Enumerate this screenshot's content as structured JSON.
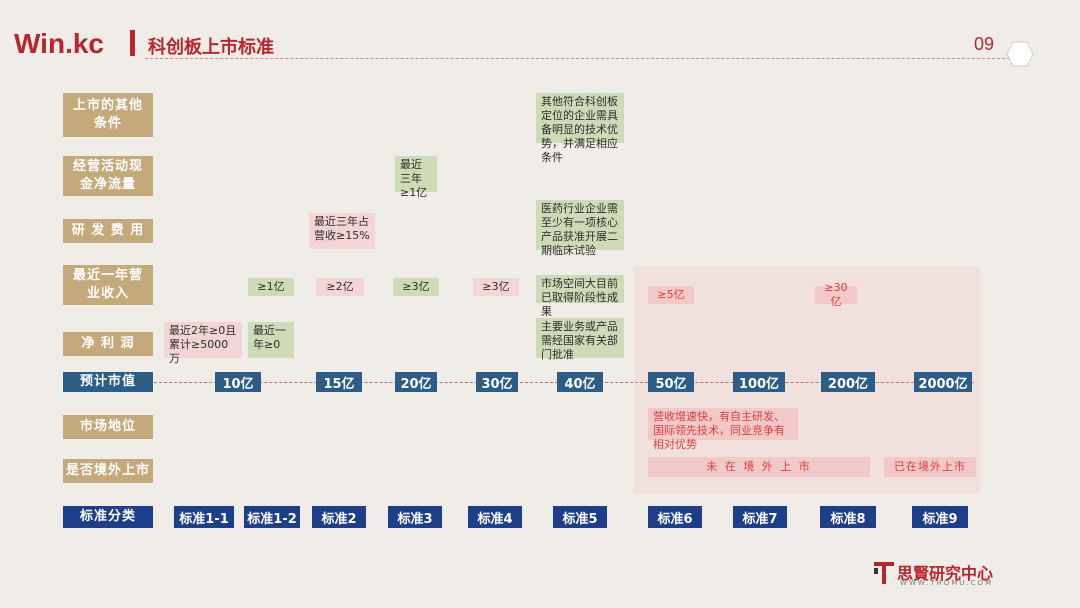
{
  "header": {
    "logo": "Win.kc",
    "title": "科创板上市标准",
    "page_number": "09"
  },
  "row_labels": {
    "other": "上市的其他\n条件",
    "cashflow": "经营活动现\n金净流量",
    "rd": "研 发 费 用",
    "revenue": "最近一年营\n业收入",
    "profit": "净 利 润",
    "market_value": "预计市值",
    "market_position": "市场地位",
    "overseas": "是否境外上市",
    "category": "标准分类"
  },
  "cells": {
    "s5_other": "其他符合科创板定位的企业需具备明显的技术优势，并满足相应条件",
    "s3_cashflow": "最近三年≥1亿",
    "s2_rd": "最近三年占营收≥15%",
    "s5_rd": "医药行业企业需至少有一项核心产品获准开展二期临床试验",
    "s12_rev": "≥1亿",
    "s2_rev": "≥2亿",
    "s3_rev": "≥3亿",
    "s4_rev": "≥3亿",
    "s5_rev": "市场空间大目前已取得阶段性成果",
    "s6_rev": "≥5亿",
    "s8_rev": "≥30亿",
    "s11_profit": "最近2年≥0且累计≥5000万",
    "s12_profit": "最近一年≥0",
    "s5_profit": "主要业务或产品需经国家有关部门批准",
    "s67_position": "营收增速快，有自主研发、国际领先技术，同业竞争有相对优势",
    "s678_overseas": "未 在 境 外 上 市",
    "s9_overseas": "已在境外上市"
  },
  "market_values": [
    "10亿",
    "15亿",
    "20亿",
    "30亿",
    "40亿",
    "50亿",
    "100亿",
    "200亿",
    "2000亿"
  ],
  "standards": [
    "标准1-1",
    "标准1-2",
    "标准2",
    "标准3",
    "标准4",
    "标准5",
    "标准6",
    "标准7",
    "标准8",
    "标准9"
  ],
  "brand": {
    "name": "思賢研究中心",
    "url": "WWW.THOMU.COM"
  },
  "colors": {
    "accent": "#b8252d",
    "label_tan": "#c4aa7a",
    "label_blue": "#2b5d86",
    "std_blue": "#1d3f8a",
    "green_cell": "#cfdbb6",
    "pink_cell": "#f4d5d5"
  }
}
